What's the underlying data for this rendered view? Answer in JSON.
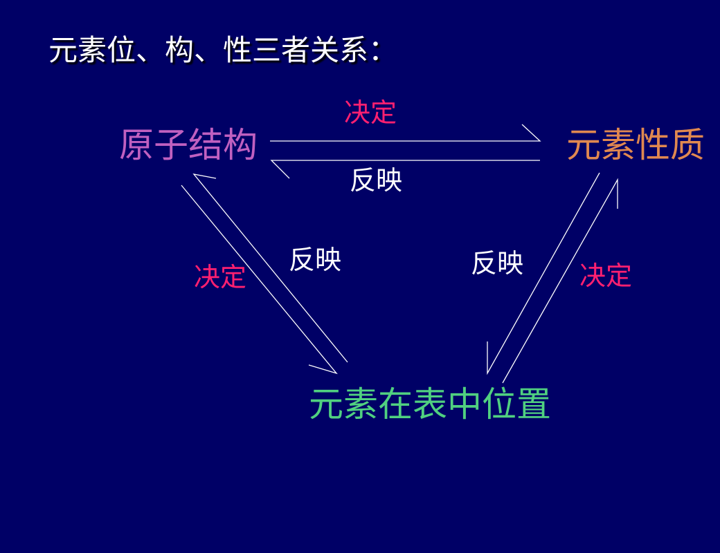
{
  "title": "元素位、构、性三者关系：",
  "nodes": {
    "structure": "原子结构",
    "properties": "元素性质",
    "position": "元素在表中位置"
  },
  "labels": {
    "top_decide": "决定",
    "top_reflect": "反映",
    "left_decide": "决定",
    "left_reflect": "反映",
    "right_reflect": "反映",
    "right_decide": "决定"
  },
  "colors": {
    "background": "#000066",
    "title": "#ffffff",
    "structure": "#c060c0",
    "properties": "#e08850",
    "position": "#50d080",
    "decide": "#ff2070",
    "reflect": "#ffffff",
    "arrow": "#ffffff"
  }
}
